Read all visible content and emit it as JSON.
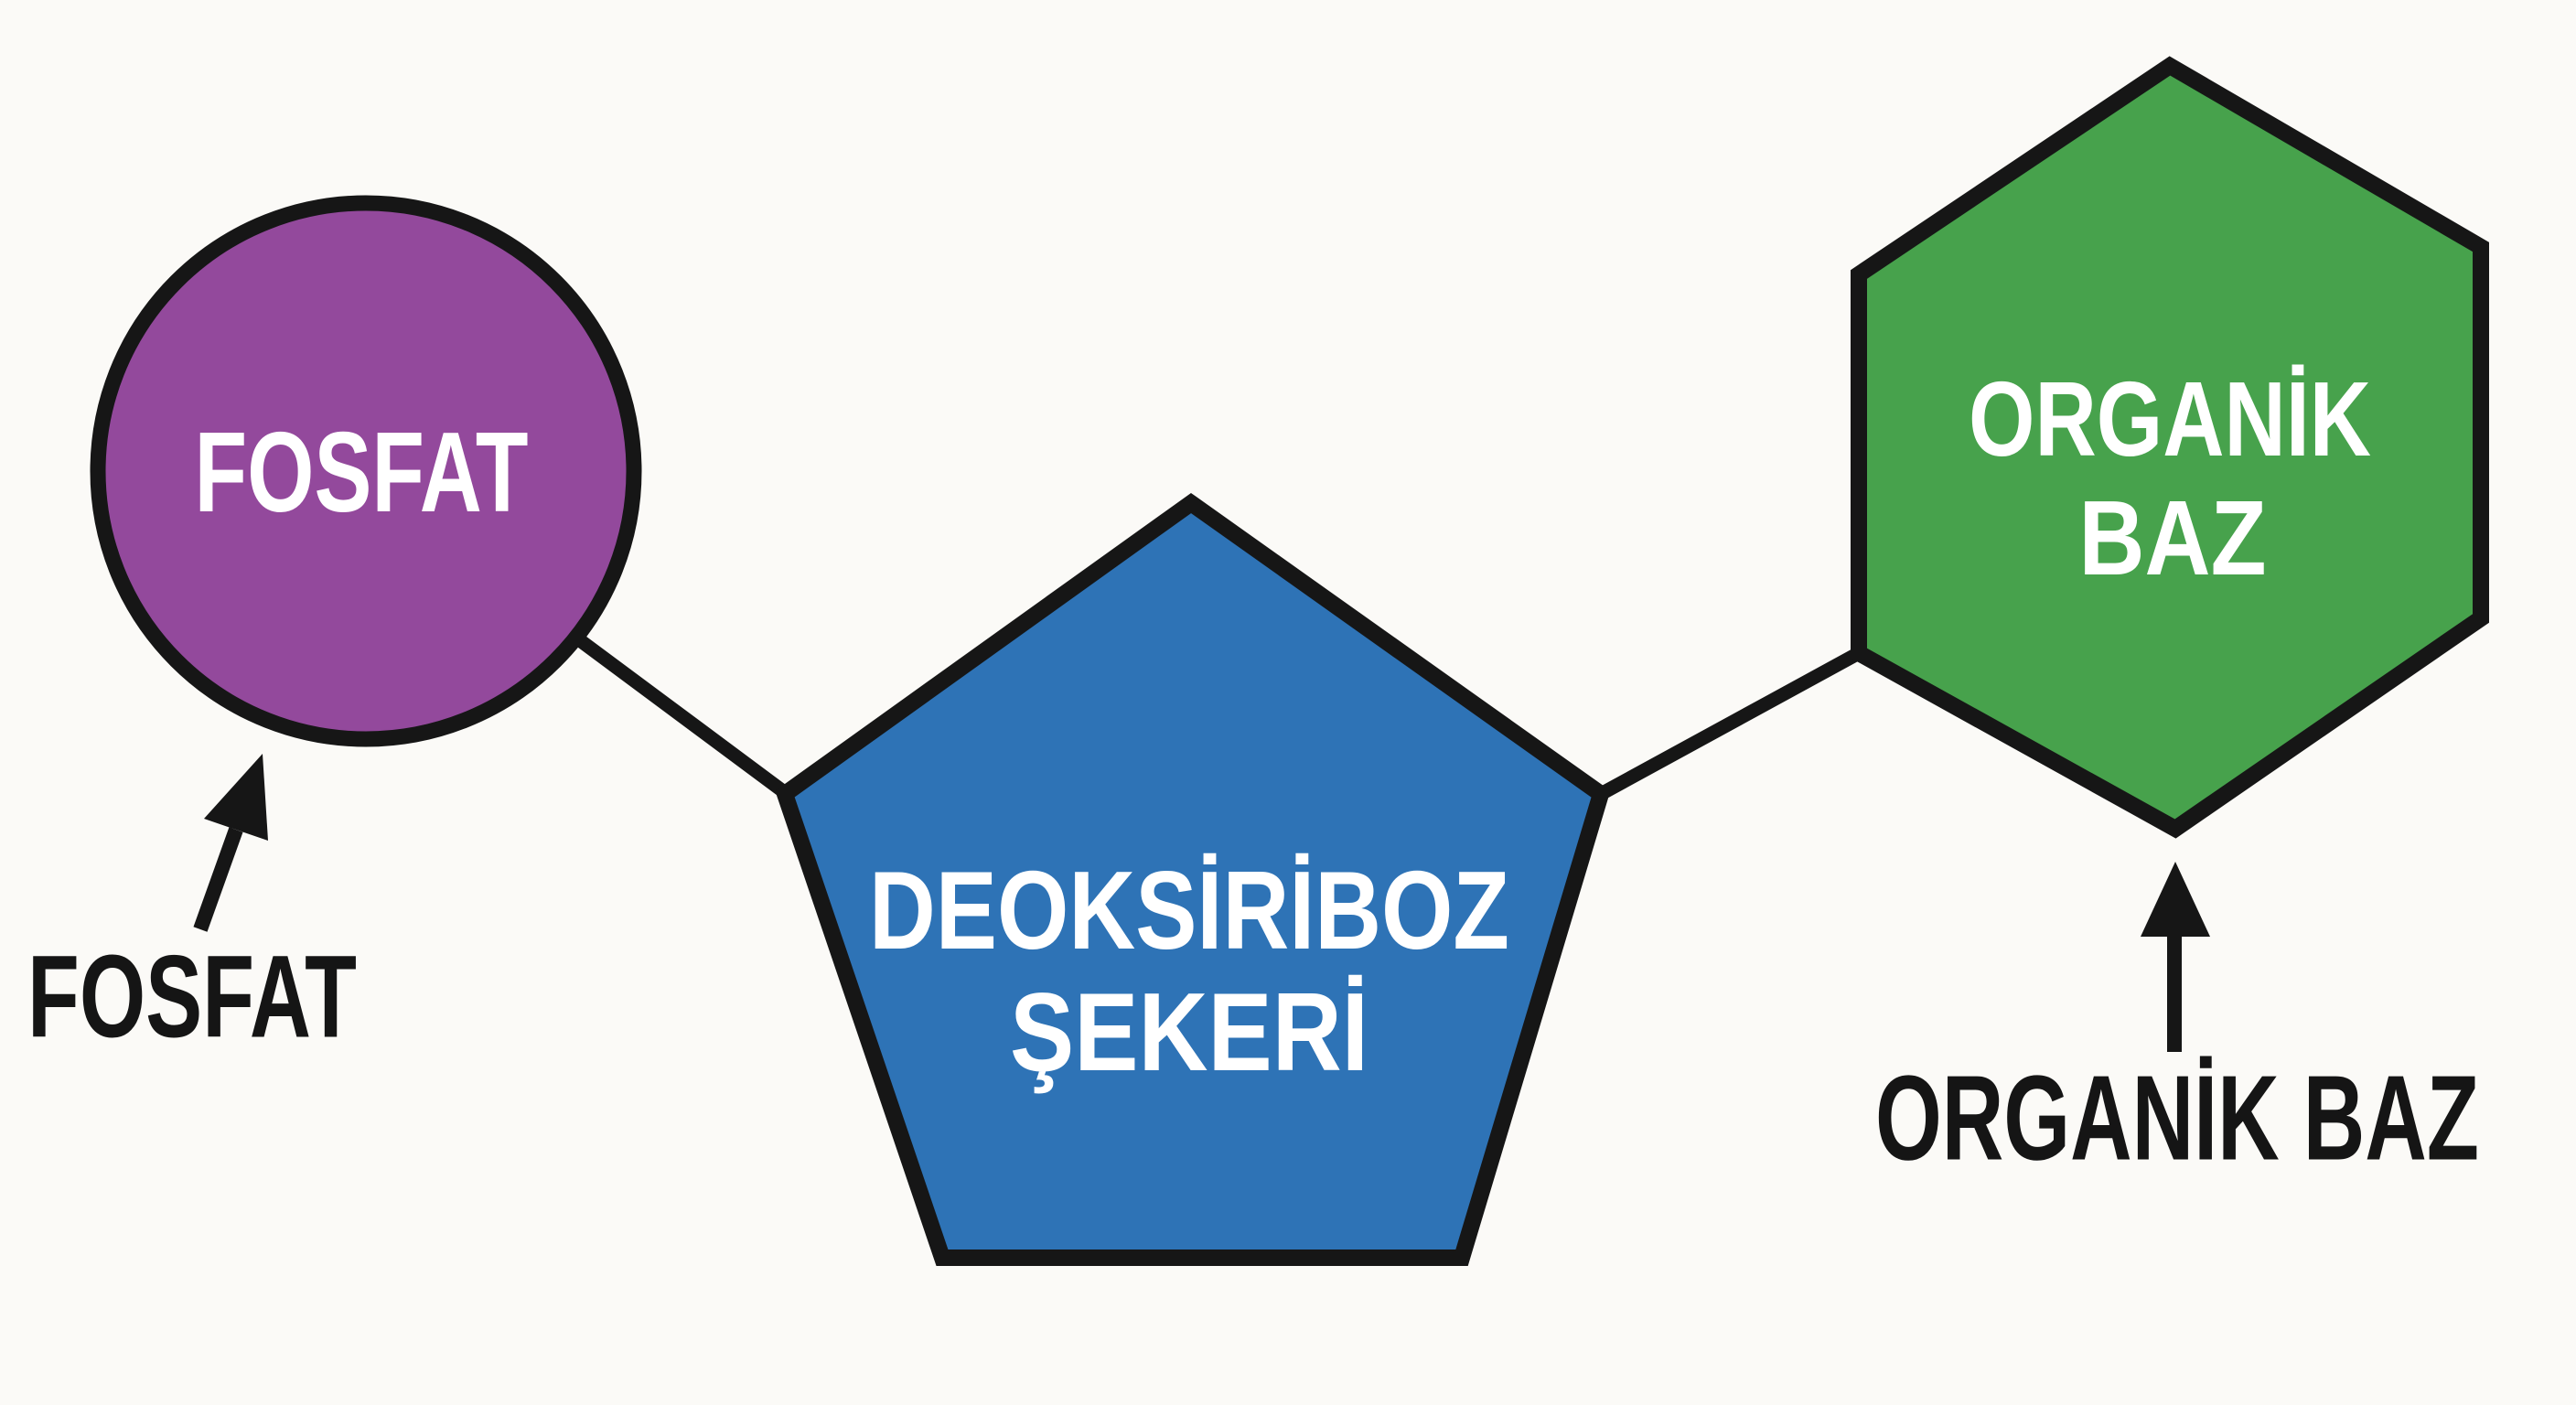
{
  "colors": {
    "background": "#fbfaf7",
    "outline": "#161616",
    "phosphate_fill": "#93499c",
    "sugar_fill": "#2e73b6",
    "base_fill": "#47a24c",
    "shape_label_text": "#ffffff",
    "annotation_text": "#151515"
  },
  "diagram": {
    "phosphate": {
      "shape": "circle",
      "label": "FOSFAT"
    },
    "sugar": {
      "shape": "pentagon",
      "label_line1": "DEOKSİRİBOZ",
      "label_line2": "ŞEKERİ"
    },
    "organic_base": {
      "shape": "hexagon",
      "label_line1": "ORGANİK",
      "label_line2": "BAZ"
    },
    "annotations": {
      "phosphate_pointer_label": "FOSFAT",
      "organic_base_pointer_label": "ORGANİK BAZ"
    }
  }
}
